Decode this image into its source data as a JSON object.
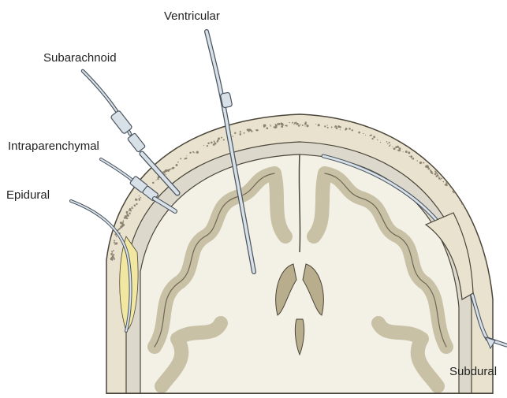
{
  "labels": {
    "ventricular": "Ventricular",
    "subarachnoid": "Subarachnoid",
    "intraparenchymal": "Intraparenchymal",
    "epidural": "Epidural",
    "subdural": "Subdural"
  },
  "colors": {
    "background": "#ffffff",
    "bone": "#e9e2cf",
    "bone_speckle": "#8c8470",
    "dura": "#dcd8cc",
    "brain_white_matter": "#f3f0e6",
    "brain_gray_matter": "#c9c1a6",
    "ventricle": "#b8ad8c",
    "catheter_fill": "#d9e1e8",
    "catheter_stroke": "#4b5560",
    "epidural_space": "#f2e7a0",
    "outline": "#4a4538"
  }
}
